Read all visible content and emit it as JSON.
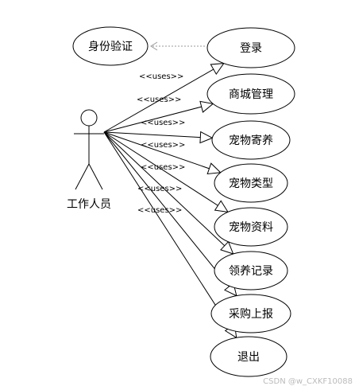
{
  "actor": {
    "name": "工作人员"
  },
  "auth_usecase": {
    "label": "身份验证"
  },
  "usecases": [
    {
      "label": "登录",
      "relation": "<<uses>>"
    },
    {
      "label": "商城管理",
      "relation": "<<uses>>"
    },
    {
      "label": "宠物寄养",
      "relation": "<<uses>>"
    },
    {
      "label": "宠物类型",
      "relation": "<<uses>>"
    },
    {
      "label": "宠物资料",
      "relation": "<<uses>>"
    },
    {
      "label": "领养记录",
      "relation": "<<uses>>"
    },
    {
      "label": "采购上报",
      "relation": "<<uses>>"
    },
    {
      "label": "退出",
      "relation": ""
    }
  ],
  "watermark": "CSDN @w_CXKF10088"
}
